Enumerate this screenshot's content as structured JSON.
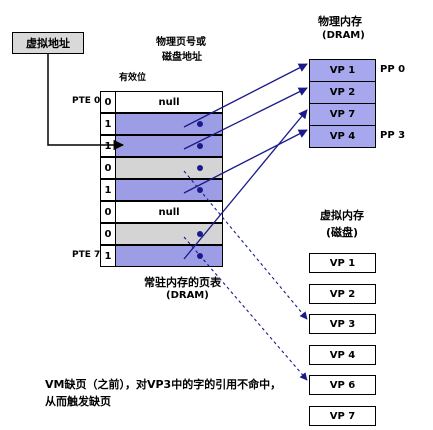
{
  "virtual_address": {
    "label": "虚拟地址"
  },
  "page_table": {
    "ppn_header_line1": "物理页号或",
    "ppn_header_line2": "磁盘地址",
    "valid_header": "有效位",
    "caption_line1": "常驻内存的页表",
    "caption_line2": "(DRAM)",
    "entries": [
      {
        "pte_label": "PTE 0",
        "valid": "0",
        "content": "null",
        "shade": "white"
      },
      {
        "pte_label": "",
        "valid": "1",
        "content": "",
        "shade": "blue"
      },
      {
        "pte_label": "",
        "valid": "1",
        "content": "",
        "shade": "blue"
      },
      {
        "pte_label": "",
        "valid": "0",
        "content": "",
        "shade": "gray"
      },
      {
        "pte_label": "",
        "valid": "1",
        "content": "",
        "shade": "blue"
      },
      {
        "pte_label": "",
        "valid": "0",
        "content": "null",
        "shade": "white"
      },
      {
        "pte_label": "",
        "valid": "0",
        "content": "",
        "shade": "gray"
      },
      {
        "pte_label": "PTE 7",
        "valid": "1",
        "content": "",
        "shade": "blue"
      }
    ]
  },
  "physical_memory": {
    "title_line1": "物理内存",
    "title_line2": "(DRAM)",
    "pages": [
      {
        "label": "VP 1",
        "side_label": "PP 0"
      },
      {
        "label": "VP 2",
        "side_label": ""
      },
      {
        "label": "VP 7",
        "side_label": ""
      },
      {
        "label": "VP 4",
        "side_label": "PP 3"
      }
    ]
  },
  "virtual_memory": {
    "title_line1": "虚拟内存",
    "title_line2": "(磁盘)",
    "pages": [
      "VP 1",
      "VP 2",
      "VP 3",
      "VP 4",
      "VP 6",
      "VP 7"
    ]
  },
  "note": {
    "line1": "VM缺页（之前），对VP3中的字的引用不命中，",
    "line2": "从而触发缺页"
  },
  "colors": {
    "blue_cell": "#9d9de6",
    "gray_cell": "#d4d4d4",
    "phys_cell": "#a7a7ee",
    "wire": "#1a1a8c",
    "addr_box": "#d9d9d9"
  }
}
